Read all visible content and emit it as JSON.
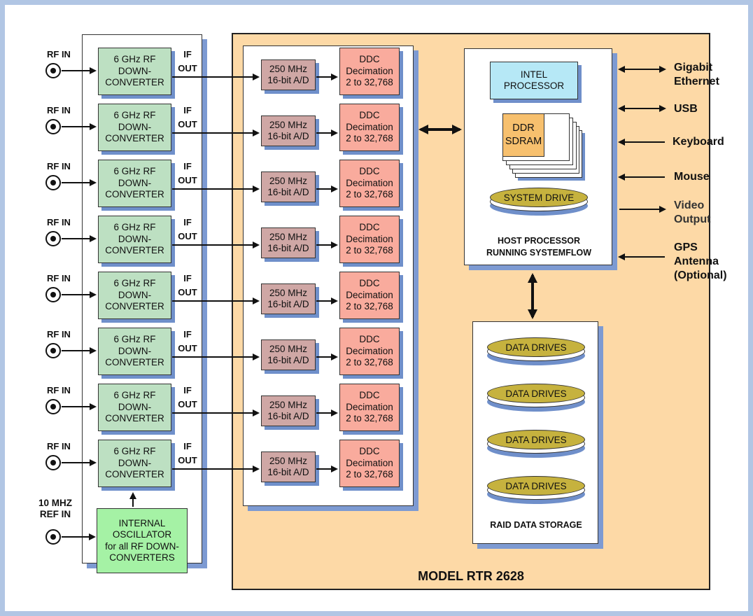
{
  "colors": {
    "frame": "#b1c6e4",
    "chassis": "#fdd9a6",
    "shadow": "#7d9ad2",
    "downconverter": "#bde0c2",
    "adc": "#cfa7a5",
    "ddc": "#f9ab9d",
    "oscillator": "#a5f2a5",
    "processor": "#b6e8f6",
    "sdram": "#f7c06e",
    "drive": "#c6b23e"
  },
  "icons": {
    "rf_port": "coax-connector-icon",
    "arrow": "arrow-icon"
  },
  "channels": [
    {
      "rf_in": "RF IN",
      "dc_line1": "6 GHz RF",
      "dc_line2": "DOWN-",
      "dc_line3": "CONVERTER",
      "if_line1": "IF",
      "if_line2": "OUT",
      "adc_line1": "250 MHz",
      "adc_line2": "16-bit A/D",
      "ddc_line1": "DDC",
      "ddc_line2": "Decimation",
      "ddc_line3": "2 to 32,768"
    },
    {
      "rf_in": "RF IN",
      "dc_line1": "6 GHz RF",
      "dc_line2": "DOWN-",
      "dc_line3": "CONVERTER",
      "if_line1": "IF",
      "if_line2": "OUT",
      "adc_line1": "250 MHz",
      "adc_line2": "16-bit A/D",
      "ddc_line1": "DDC",
      "ddc_line2": "Decimation",
      "ddc_line3": "2 to 32,768"
    },
    {
      "rf_in": "RF IN",
      "dc_line1": "6 GHz RF",
      "dc_line2": "DOWN-",
      "dc_line3": "CONVERTER",
      "if_line1": "IF",
      "if_line2": "OUT",
      "adc_line1": "250 MHz",
      "adc_line2": "16-bit A/D",
      "ddc_line1": "DDC",
      "ddc_line2": "Decimation",
      "ddc_line3": "2 to 32,768"
    },
    {
      "rf_in": "RF IN",
      "dc_line1": "6 GHz RF",
      "dc_line2": "DOWN-",
      "dc_line3": "CONVERTER",
      "if_line1": "IF",
      "if_line2": "OUT",
      "adc_line1": "250 MHz",
      "adc_line2": "16-bit A/D",
      "ddc_line1": "DDC",
      "ddc_line2": "Decimation",
      "ddc_line3": "2 to 32,768"
    },
    {
      "rf_in": "RF IN",
      "dc_line1": "6 GHz RF",
      "dc_line2": "DOWN-",
      "dc_line3": "CONVERTER",
      "if_line1": "IF",
      "if_line2": "OUT",
      "adc_line1": "250 MHz",
      "adc_line2": "16-bit A/D",
      "ddc_line1": "DDC",
      "ddc_line2": "Decimation",
      "ddc_line3": "2 to 32,768"
    },
    {
      "rf_in": "RF IN",
      "dc_line1": "6 GHz RF",
      "dc_line2": "DOWN-",
      "dc_line3": "CONVERTER",
      "if_line1": "IF",
      "if_line2": "OUT",
      "adc_line1": "250 MHz",
      "adc_line2": "16-bit A/D",
      "ddc_line1": "DDC",
      "ddc_line2": "Decimation",
      "ddc_line3": "2 to 32,768"
    },
    {
      "rf_in": "RF IN",
      "dc_line1": "6 GHz RF",
      "dc_line2": "DOWN-",
      "dc_line3": "CONVERTER",
      "if_line1": "IF",
      "if_line2": "OUT",
      "adc_line1": "250 MHz",
      "adc_line2": "16-bit A/D",
      "ddc_line1": "DDC",
      "ddc_line2": "Decimation",
      "ddc_line3": "2 to 32,768"
    },
    {
      "rf_in": "RF IN",
      "dc_line1": "6 GHz RF",
      "dc_line2": "DOWN-",
      "dc_line3": "CONVERTER",
      "if_line1": "IF",
      "if_line2": "OUT",
      "adc_line1": "250 MHz",
      "adc_line2": "16-bit A/D",
      "ddc_line1": "DDC",
      "ddc_line2": "Decimation",
      "ddc_line3": "2 to 32,768"
    }
  ],
  "ref": {
    "line1": "10 MHZ",
    "line2": "REF IN"
  },
  "oscillator": {
    "line1": "INTERNAL",
    "line2": "OSCILLATOR",
    "line3": "for all RF DOWN-",
    "line4": "CONVERTERS"
  },
  "host": {
    "processor_line1": "INTEL",
    "processor_line2": "PROCESSOR",
    "sdram_line1": "DDR",
    "sdram_line2": "SDRAM",
    "system_drive": "SYSTEM DRIVE",
    "caption_line1": "HOST PROCESSOR",
    "caption_line2": "RUNNING SYSTEMFLOW"
  },
  "storage": {
    "drives": [
      "DATA DRIVES",
      "DATA DRIVES",
      "DATA DRIVES",
      "DATA DRIVES"
    ],
    "caption": "RAID DATA STORAGE"
  },
  "model": "MODEL RTR 2628",
  "io": {
    "gigabit_line1": "Gigabit",
    "gigabit_line2": "Ethernet",
    "usb": "USB",
    "keyboard": "Keyboard",
    "mouse": "Mouse",
    "video_line1": "Video",
    "video_line2": "Output",
    "gps_line1": "GPS",
    "gps_line2": "Antenna",
    "gps_line3": "(Optional)"
  }
}
